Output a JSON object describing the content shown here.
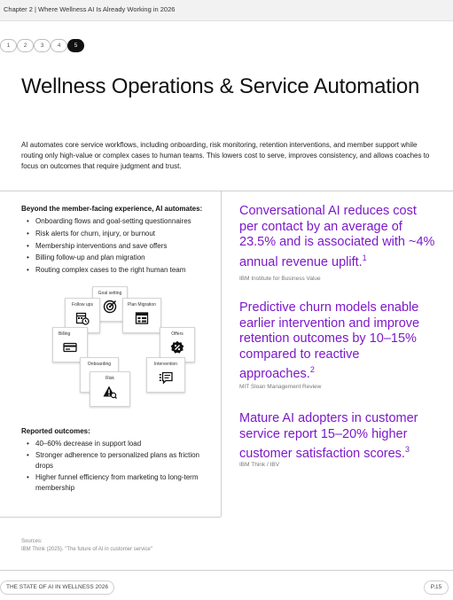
{
  "header": {
    "breadcrumb": "Chapter 2 | Where Wellness AI Is Already Working in 2026"
  },
  "pager": {
    "pages": [
      "1",
      "2",
      "3",
      "4",
      "5"
    ],
    "active_index": 4
  },
  "title": "Wellness Operations & Service Automation",
  "intro": "AI automates core service workflows, including onboarding, risk monitoring, retention interventions, and member support while routing only high-value or complex cases to human teams. This lowers cost to serve, improves consistency, and allows coaches to focus on outcomes that require judgment and trust.",
  "automates": {
    "heading": "Beyond the member-facing experience, AI automates:",
    "items": [
      "Onboarding flows and goal-setting questionnaires",
      "Risk alerts for churn, injury, or burnout",
      "Membership interventions and save offers",
      "Billing follow-up and plan migration",
      "Routing complex cases to the right human team"
    ]
  },
  "diagram": {
    "cards": [
      {
        "label": "Goal setting",
        "icon": "target-icon"
      },
      {
        "label": "Follow ups",
        "icon": "calendar-clock-icon"
      },
      {
        "label": "Plan Migration",
        "icon": "plan-board-icon"
      },
      {
        "label": "Billing",
        "icon": "billing-card-icon"
      },
      {
        "label": "Offers",
        "icon": "percent-badge-icon"
      },
      {
        "label": "Onboarding",
        "icon": "id-card-icon"
      },
      {
        "label": "Intervention",
        "icon": "chat-list-icon"
      },
      {
        "label": "Risk",
        "icon": "warning-icon"
      }
    ]
  },
  "reported": {
    "heading": "Reported outcomes:",
    "items": [
      "40–60% decrease in support load",
      "Stronger adherence to personalized plans as friction drops",
      "Higher funnel efficiency from marketing to long-term membership"
    ]
  },
  "stats": [
    {
      "text": "Conversational AI reduces cost per contact by an average of 23.5% and is associated with ~4% annual revenue uplift.",
      "ref": "1",
      "source": "IBM Institute for Business Value"
    },
    {
      "text": "Predictive churn models enable earlier intervention and improve retention outcomes by 10–15% compared to reactive approaches.",
      "ref": "2",
      "source": "MIT Sloan Management Review"
    },
    {
      "text": "Mature AI adopters in customer service report 15–20% higher customer satisfaction scores.",
      "ref": "3",
      "source": "IBM Think / IBV"
    }
  ],
  "sources": {
    "label": "Sources:",
    "text": "IBM Think (2025). \"The future of AI in customer service\""
  },
  "footer": {
    "left": "THE STATE OF AI IN WELLNESS 2026",
    "page": "P.15"
  },
  "colors": {
    "accent": "#7c19c9",
    "text": "#111111",
    "rule": "#cfcfcf"
  }
}
